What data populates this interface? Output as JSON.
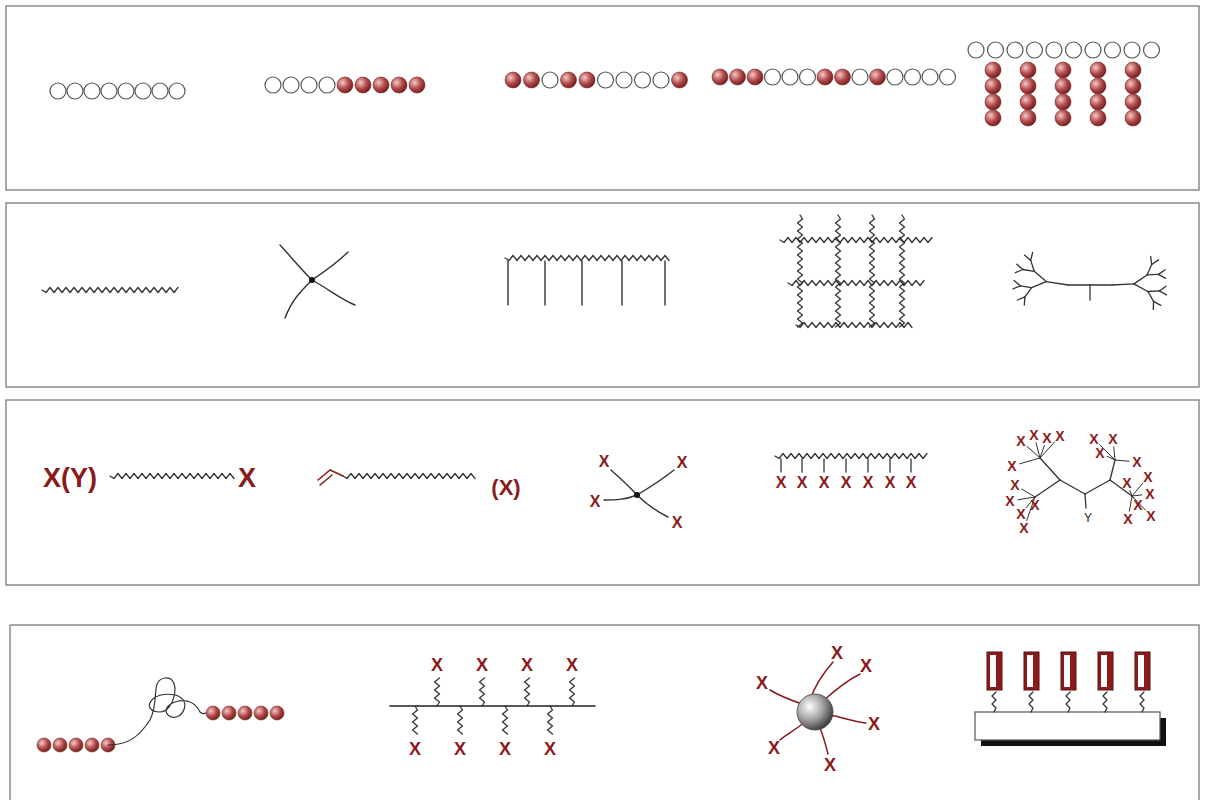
{
  "diagram": {
    "labels": [
      "X(Y)",
      "X",
      "(X)",
      "X",
      "X",
      "X",
      "X",
      "X",
      "X",
      "X",
      "X",
      "X",
      "X",
      "X",
      "X",
      "X",
      "X",
      "X",
      "X",
      "X",
      "X",
      "X",
      "X",
      "X",
      "X",
      "X",
      "X",
      "X",
      "X",
      "X",
      "X",
      "X",
      "X",
      "X",
      "Y",
      "X",
      "X",
      "X",
      "X",
      "X",
      "X",
      "X",
      "X",
      "X",
      "X",
      "X",
      "X",
      "X",
      "X"
    ]
  }
}
